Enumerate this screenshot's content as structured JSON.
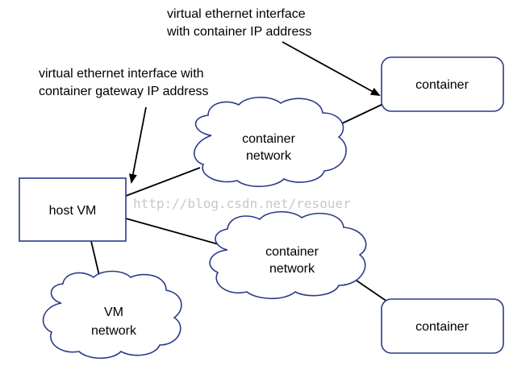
{
  "nodes": {
    "host_vm": "host VM",
    "container_top": "container",
    "container_bottom": "container",
    "network_top": [
      "container",
      "network"
    ],
    "network_middle": [
      "container",
      "network"
    ],
    "vm_network": [
      "VM",
      "network"
    ]
  },
  "annotations": {
    "veth_container_ip": [
      "virtual ethernet interface",
      "with container IP address"
    ],
    "veth_gateway_ip": [
      "virtual ethernet interface with",
      "container gateway IP address"
    ]
  },
  "watermark": "http://blog.csdn.net/resouer",
  "colors": {
    "outline": "#2b3a8a",
    "line": "#000000",
    "watermark": "#c8c8c8"
  }
}
